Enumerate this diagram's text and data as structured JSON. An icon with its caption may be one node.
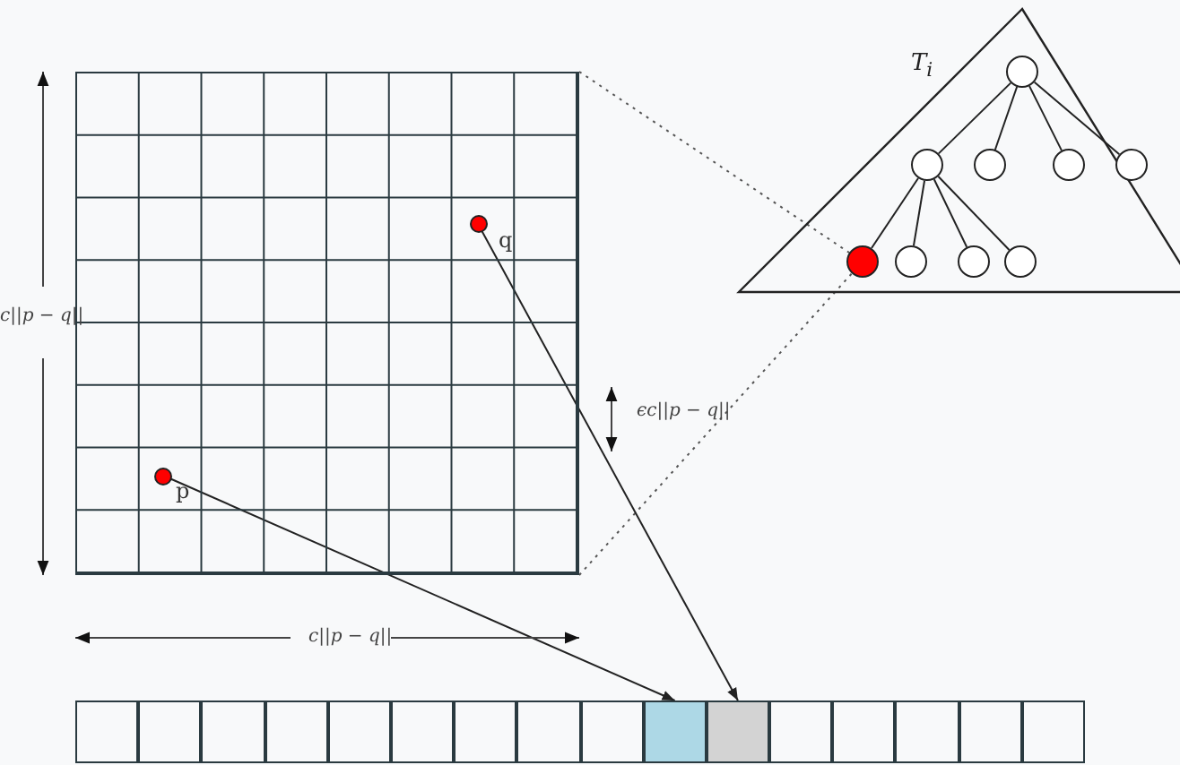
{
  "diagram": {
    "nodes": [
      {
        "text": [],
        "shape": "box"
      },
      {
        "text": [],
        "shape": "circle",
        "in": 0,
        "beside": [
          "q"
        ]
      },
      {
        "text": [],
        "shape": "circle",
        "in": 0,
        "beside": [
          "p"
        ]
      },
      {
        "text": [
          "T$_{i}$"
        ]
      },
      {
        "text": [],
        "shape": "circle",
        "in": 3
      },
      {
        "text": [],
        "shape": "circle",
        "in": 3
      },
      {
        "text": [],
        "shape": "circle",
        "in": 3
      },
      {
        "text": [],
        "shape": "circle",
        "in": 3
      },
      {
        "text": [],
        "shape": "circle",
        "in": 3
      },
      {
        "text": [],
        "shape": "circle",
        "in": 3
      },
      {
        "text": [],
        "shape": "circle",
        "in": 3
      },
      {
        "text": [],
        "shape": "circle",
        "in": 3
      },
      {
        "text": [],
        "shape": "circle",
        "in": 3
      },
      {
        "text": [],
        "shape": "box"
      },
      {
        "text": [],
        "shape": "box"
      },
      {
        "text": [],
        "shape": "box"
      },
      {
        "text": [],
        "shape": "box"
      },
      {
        "text": [],
        "shape": "box"
      },
      {
        "text": [],
        "shape": "box"
      },
      {
        "text": [],
        "shape": "box"
      },
      {
        "text": [],
        "shape": "box"
      },
      {
        "text": [],
        "shape": "box"
      },
      {
        "text": [],
        "shape": "box"
      },
      {
        "text": [],
        "shape": "box"
      },
      {
        "text": [],
        "shape": "box"
      },
      {
        "text": [],
        "shape": "box"
      },
      {
        "text": [],
        "shape": "box"
      },
      {
        "text": [],
        "shape": "box"
      },
      {
        "text": [],
        "shape": "box"
      }
    ],
    "edges": [
      {
        "from": 4,
        "to": 5,
        "arrow": "none"
      },
      {
        "from": 4,
        "to": 6,
        "arrow": "none"
      },
      {
        "from": 4,
        "to": 7,
        "arrow": "none"
      },
      {
        "from": 4,
        "to": 8,
        "arrow": "none"
      },
      {
        "from": 5,
        "to": 9,
        "arrow": "none"
      },
      {
        "from": 5,
        "to": 10,
        "arrow": "none"
      },
      {
        "from": 5,
        "to": 11,
        "arrow": "none"
      },
      {
        "from": 5,
        "to": 12,
        "arrow": "none"
      },
      {
        "from": 0,
        "to": 9,
        "arrow": "none",
        "style": "dashed"
      },
      {
        "from": 0,
        "to": 9,
        "arrow": "none",
        "style": "dashed"
      },
      {
        "from": 2,
        "to": 22,
        "arrow": "to"
      },
      {
        "from": 1,
        "to": 23,
        "arrow": "to"
      }
    ],
    "labels": [
      "c||p − q||",
      "ϵc||p − q||",
      "c||p − q||"
    ]
  }
}
